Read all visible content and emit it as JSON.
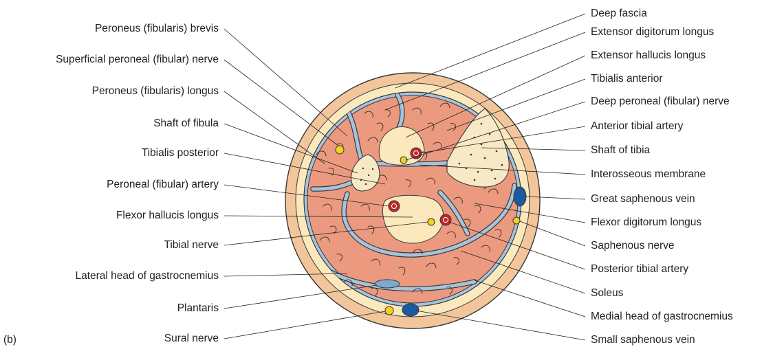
{
  "figure": {
    "panel_label": "(b)",
    "left_labels": [
      "Peroneus (fibularis) brevis",
      "Superficial peroneal (fibular) nerve",
      "Peroneus (fibularis) longus",
      "Shaft of fibula",
      "Tibialis posterior",
      "Peroneal (fibular) artery",
      "Flexor hallucis longus",
      "Tibial nerve",
      "Lateral head of gastrocnemius",
      "Plantaris",
      "Sural nerve"
    ],
    "right_labels": [
      "Deep fascia",
      "Extensor digitorum longus",
      "Extensor hallucis longus",
      "Tibialis anterior",
      "Deep peroneal (fibular) nerve",
      "Anterior tibial artery",
      "Shaft of tibia",
      "Interosseous membrane",
      "Great saphenous vein",
      "Flexor digitorum longus",
      "Saphenous nerve",
      "Posterior tibial artery",
      "Soleus",
      "Medial head of gastrocnemius",
      "Small saphenous vein"
    ],
    "colors": {
      "skin": "#f2c69a",
      "subcutaneous_fat": "#fbe9bd",
      "muscle": "#eb9a80",
      "bone": "#f7e9c6",
      "fascia_septa": "#a9c3d8",
      "nerve": "#f2d21c",
      "artery": "#c0272d",
      "vein": "#1c5aa0",
      "outline": "#33373b"
    }
  }
}
